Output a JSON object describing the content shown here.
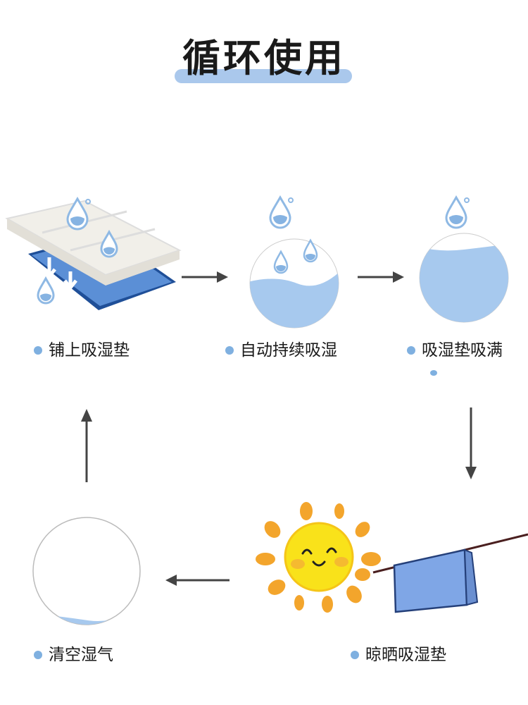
{
  "title": "循环使用",
  "steps": [
    {
      "label": "铺上吸湿垫"
    },
    {
      "label": "自动持续吸湿"
    },
    {
      "label": "吸湿垫吸满"
    },
    {
      "label": "晾晒吸湿垫"
    },
    {
      "label": "清空湿气"
    }
  ],
  "colors": {
    "water": "#a7c9ee",
    "accent_bar": "#aac8ec",
    "arrow": "#444444",
    "sun": "#f5c518",
    "ray": "#f3a52c",
    "cloth": "#7fa6e6"
  }
}
